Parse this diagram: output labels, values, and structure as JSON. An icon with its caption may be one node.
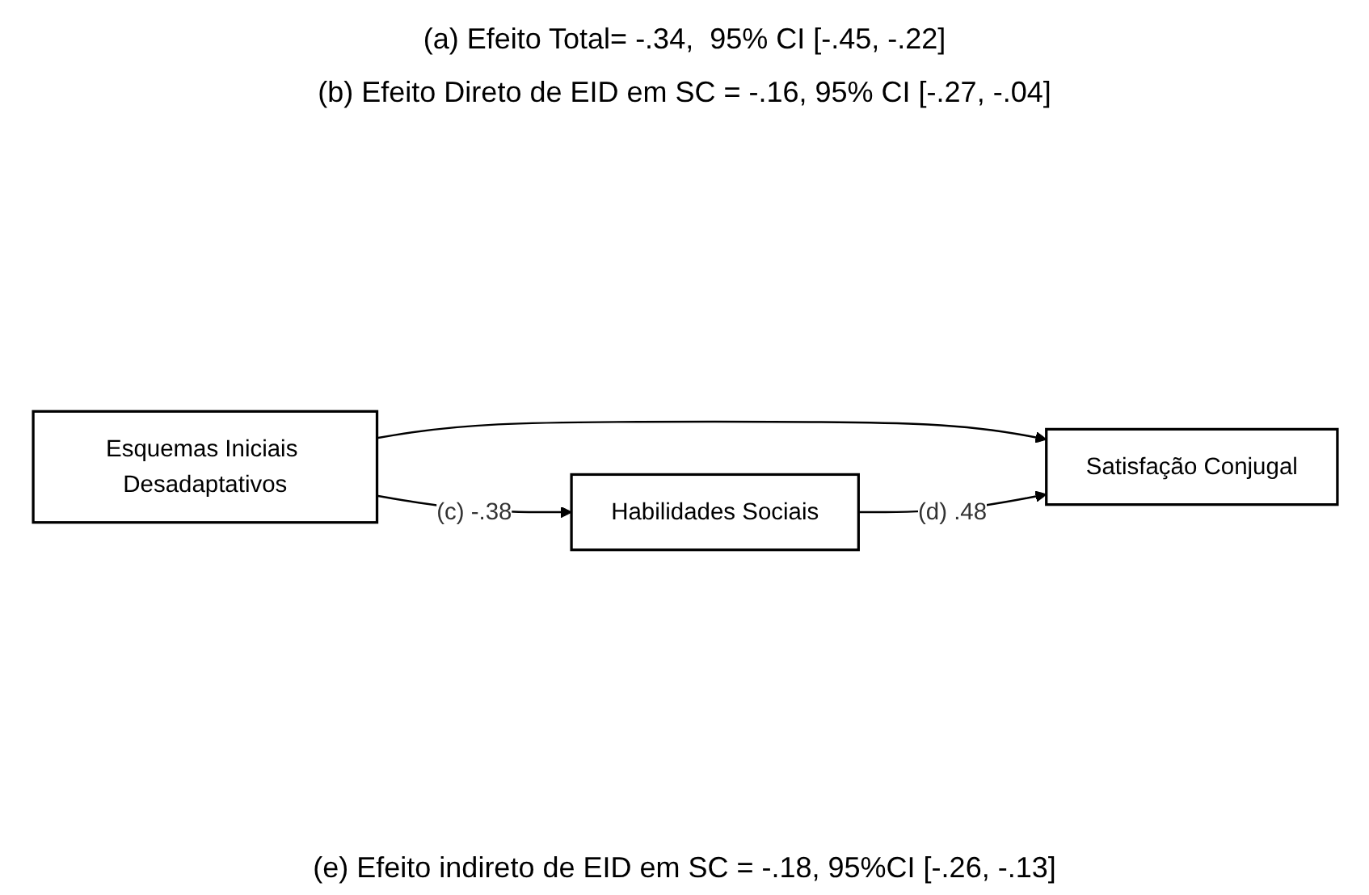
{
  "diagram": {
    "nodes": [
      {
        "text": [
          "Esquemas Iniciais Desadaptativos"
        ]
      },
      {
        "text": [
          "Satisfação Conjugal"
        ]
      },
      {
        "text": [
          "Habilidades Sociais"
        ]
      }
    ],
    "edges": [
      {
        "from": 0,
        "to": 1,
        "arrow": "to"
      },
      {
        "from": 0,
        "to": 2,
        "arrow": "to",
        "label": "(c) -.38"
      },
      {
        "from": 2,
        "to": 1,
        "arrow": "to",
        "label": "(d) .48"
      }
    ],
    "labels": [
      "(a) Efeito Total= -.34,  95% CI [-.45, -.22]",
      "(b) Efeito Direto de EID em SC = -.16, 95% CI [-.27, -.04]",
      "(e) Efeito indireto de EID em SC = -.18, 95%CI [-.26, -.13]"
    ]
  }
}
